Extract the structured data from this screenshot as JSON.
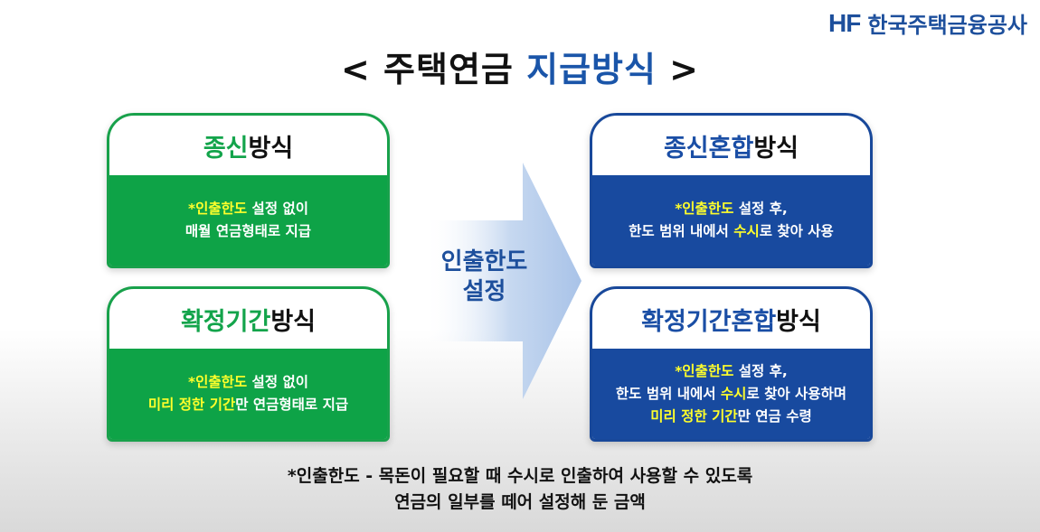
{
  "logo": {
    "mark_h": "H",
    "mark_f": "F",
    "text": "한국주택금융공사"
  },
  "title": {
    "prefix": "< 주택연금 ",
    "highlight": "지급방식",
    "suffix": " >"
  },
  "arrow_label": {
    "line1": "인출한도",
    "line2": "설정"
  },
  "cards": {
    "lifetime": {
      "title_accent": "종신",
      "title_rest": "방식",
      "lines": [
        {
          "hl": "*인출한도",
          "rest": " 설정 없이"
        },
        {
          "hl": "",
          "rest": "매월 연금형태로 지급"
        }
      ]
    },
    "fixed": {
      "title_accent": "확정기간",
      "title_rest": "방식",
      "lines": [
        {
          "hl": "*인출한도",
          "rest": " 설정 없이"
        },
        {
          "hl": "미리 정한 기간",
          "rest": "만 연금형태로 지급"
        }
      ]
    },
    "lifetime_mixed": {
      "title_accent": "종신혼합",
      "title_rest": "방식",
      "lines": [
        {
          "pre": "",
          "hl": "*인출한도",
          "rest": " 설정 후,"
        },
        {
          "pre": "한도 범위 내에서 ",
          "hl": "수시",
          "rest": "로 찾아 사용"
        }
      ]
    },
    "fixed_mixed": {
      "title_accent": "확정기간혼합",
      "title_rest": "방식",
      "lines": [
        {
          "pre": "",
          "hl": "*인출한도",
          "rest": " 설정 후,"
        },
        {
          "pre": "한도 범위 내에서 ",
          "hl": "수시",
          "rest": "로 찾아 사용하며"
        },
        {
          "pre": "",
          "hl": "미리 정한 기간",
          "rest": "만 연금 수령"
        }
      ]
    }
  },
  "footnote": {
    "line1": "*인출한도 - 목돈이 필요할 때 수시로 인출하여 사용할 수 있도록",
    "line2": "연금의 일부를 떼어 설정해 둔 금액"
  },
  "colors": {
    "green": "#0ea347",
    "blue": "#184a9f",
    "highlight": "#ffff2b",
    "title_blue": "#1a55a9"
  }
}
